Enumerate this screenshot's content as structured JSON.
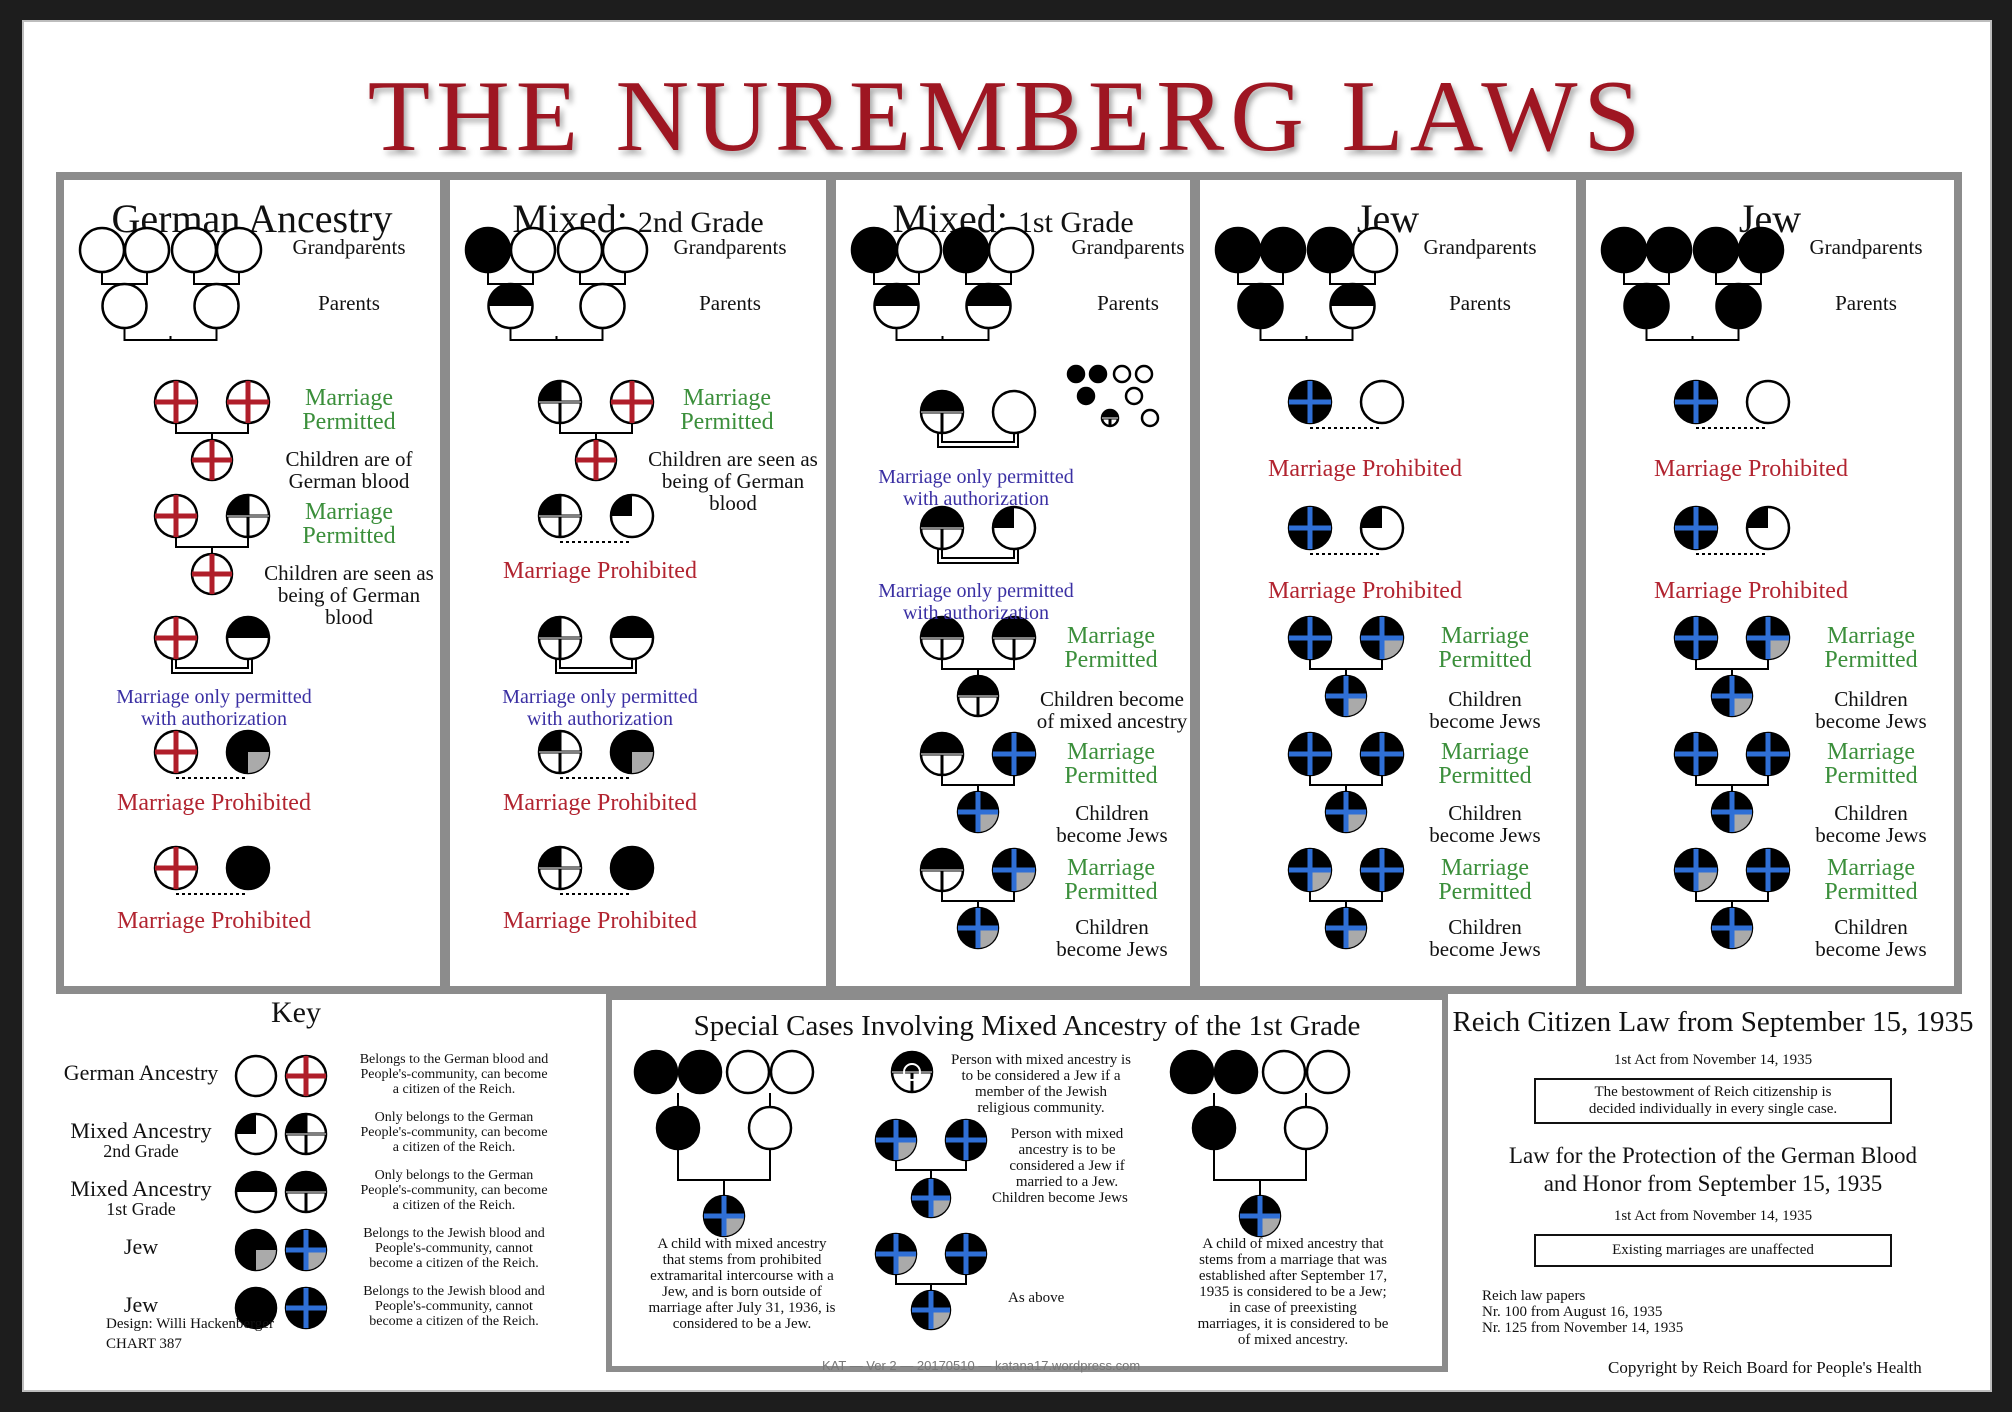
{
  "title": "THE NUREMBERG LAWS",
  "columns": [
    {
      "title": "German Ancestry",
      "subtitle": ""
    },
    {
      "title": "Mixed:",
      "subtitle": "2nd Grade"
    },
    {
      "title": "Mixed:",
      "subtitle": "1st Grade"
    },
    {
      "title": "Jew",
      "subtitle": ""
    },
    {
      "title": "Jew",
      "subtitle": ""
    }
  ],
  "labels": {
    "grandparents": "Grandparents",
    "parents": "Parents",
    "marriage_permitted_1": "Marriage",
    "marriage_permitted_2": "Permitted",
    "marriage_prohibited": "Marriage Prohibited",
    "only_auth_1": "Marriage only permitted",
    "only_auth_2": "with authorization",
    "children_german_1": "Children are of",
    "children_german_2": "German blood",
    "children_seen_1": "Children are seen as",
    "children_seen_2": "being of German",
    "children_seen_3": "blood",
    "children_mixed_1": "Children become",
    "children_mixed_2": "of mixed ancestry",
    "children_jews_1": "Children",
    "children_jews_2": "become Jews"
  },
  "key": {
    "title": "Key",
    "rows": [
      {
        "name_1": "German Ancestry",
        "name_2": "",
        "desc_1": "Belongs to the German blood and",
        "desc_2": "People's-community, can become",
        "desc_3": "a citizen of the Reich."
      },
      {
        "name_1": "Mixed Ancestry",
        "name_2": "2nd Grade",
        "desc_1": "Only belongs to the German",
        "desc_2": "People's-community, can become",
        "desc_3": "a citizen of the Reich."
      },
      {
        "name_1": "Mixed Ancestry",
        "name_2": "1st Grade",
        "desc_1": "Only belongs to the German",
        "desc_2": "People's-community, can become",
        "desc_3": "a citizen of the Reich."
      },
      {
        "name_1": "Jew",
        "name_2": "",
        "desc_1": "Belongs to the Jewish blood and",
        "desc_2": "People's-community, cannot",
        "desc_3": "become a citizen of the Reich."
      },
      {
        "name_1": "Jew",
        "name_2": "",
        "desc_1": "Belongs to the Jewish blood and",
        "desc_2": "People's-community, cannot",
        "desc_3": "become a citizen of the Reich."
      }
    ],
    "design": "Design: Willi Hackenberger",
    "chart": "CHART 387"
  },
  "special": {
    "title": "Special Cases Involving Mixed Ancestry of the 1st Grade",
    "left_text": [
      "A child with mixed ancestry",
      "that stems from prohibited",
      "extramarital intercourse with a",
      "Jew, and is born outside of",
      "marriage after July 31, 1936, is",
      "considered to be a Jew."
    ],
    "mid_text_1": [
      "Person with mixed ancestry is",
      "to be considered a Jew if a",
      "member of the Jewish",
      "religious community."
    ],
    "mid_text_2": [
      "Person with mixed",
      "ancestry is to be",
      "considered a Jew if",
      "married to a Jew."
    ],
    "mid_text_3": "Children become Jews",
    "mid_text_4": "As above",
    "right_text": [
      "A child of mixed ancestry that",
      "stems from a marriage that was",
      "established after September 17,",
      "1935 is considered to be a Jew;",
      "in case of preexisting",
      "marriages, it is considered to be",
      "of mixed ancestry."
    ]
  },
  "reich": {
    "title": "Reich Citizen Law from September 15, 1935",
    "act_1": "1st Act from November 14, 1935",
    "box_1_line_1": "The bestowment of Reich citizenship is",
    "box_1_line_2": "decided individually in every single case.",
    "law_2_line_1": "Law for the Protection of the German Blood",
    "law_2_line_2": "and Honor from September 15, 1935",
    "act_2": "1st Act from November 14, 1935",
    "box_2": "Existing marriages are unaffected",
    "papers_1": "Reich law papers",
    "papers_2": "Nr. 100 from August 16, 1935",
    "papers_3": "Nr. 125 from November 14, 1935"
  },
  "footer_center": "KAT — Ver 2 — 20170510 — katana17.wordpress.com",
  "copyright": "Copyright by Reich Board for People's Health",
  "colors": {
    "title_red": "#9e1622",
    "permitted_green": "#3b8f3b",
    "prohibited_red": "#b22430",
    "authorization_blue": "#3a2fa3",
    "jew_cross_blue": "#2f6fd6",
    "german_cross_red": "#b01e2a"
  }
}
